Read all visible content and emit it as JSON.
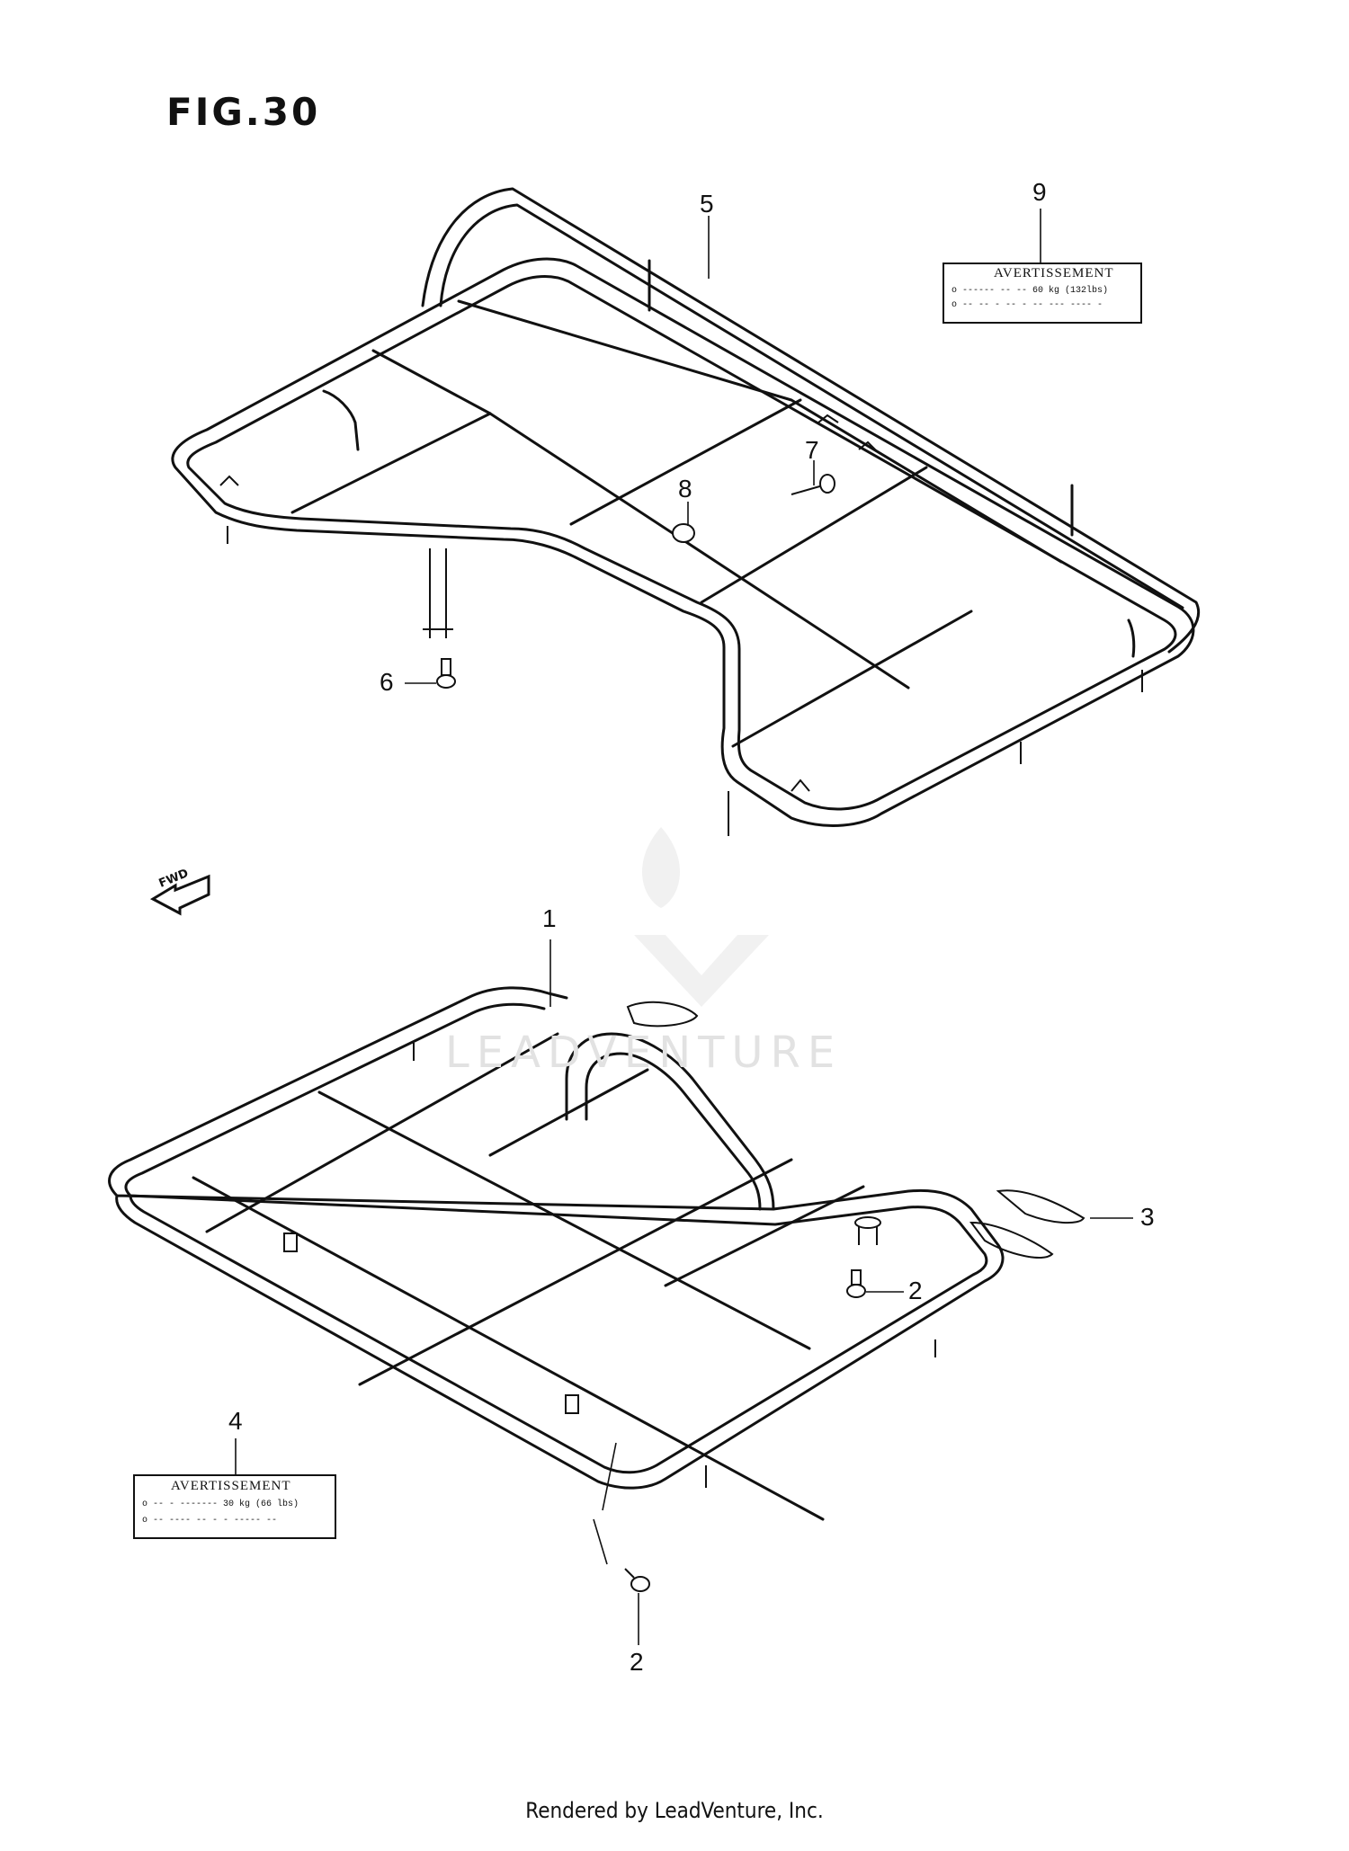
{
  "figure": {
    "title": "FIG.30"
  },
  "callouts": {
    "c1": "1",
    "c2a": "2",
    "c2b": "2",
    "c3": "3",
    "c4": "4",
    "c5": "5",
    "c6": "6",
    "c7": "7",
    "c8": "8",
    "c9": "9"
  },
  "labels": {
    "upper": {
      "title": "AVERTISSEMENT",
      "line1": "o ------ -- -- 60 kg (132lbs)",
      "line2": "o -- -- - -- - -- --- ---- -"
    },
    "lower": {
      "title": "AVERTISSEMENT",
      "line1": "o -- - ------- 30 kg (66 lbs)",
      "line2": "o -- ---- -- - - ----- --"
    }
  },
  "fwd": {
    "text": "FWD"
  },
  "watermark": {
    "text": "LEADVENTURE"
  },
  "footer": {
    "text": "Rendered by LeadVenture, Inc."
  }
}
